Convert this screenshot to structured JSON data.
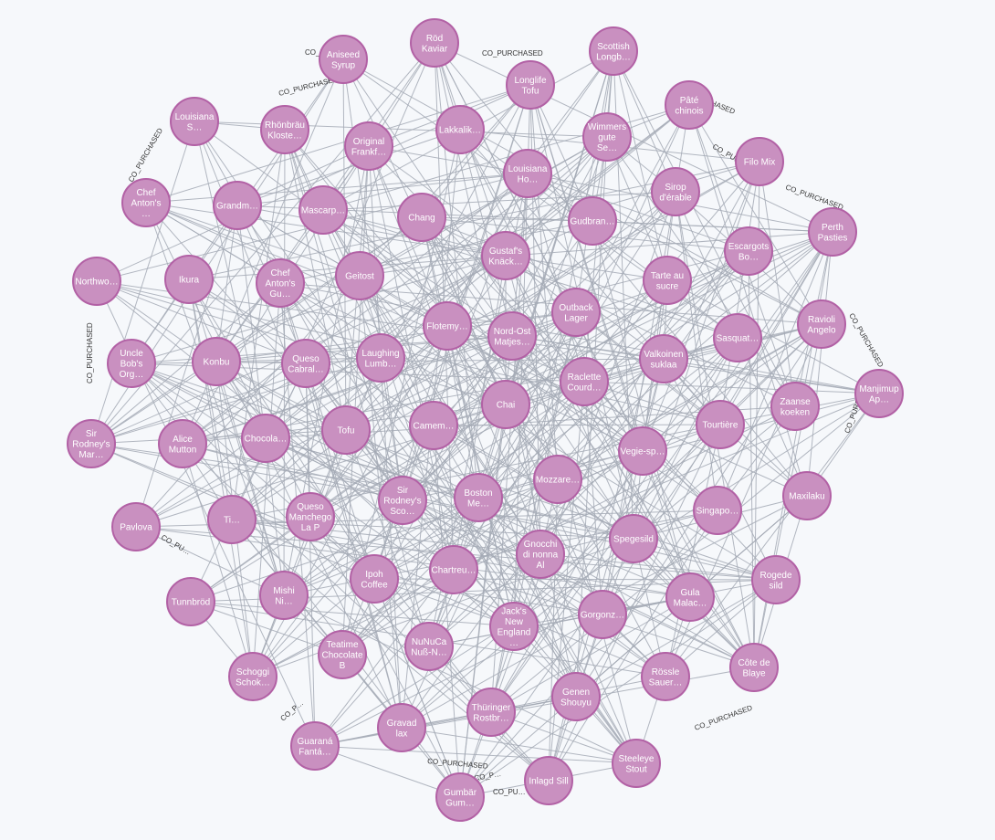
{
  "graph": {
    "relationship_type": "CO_PURCHASED",
    "colors": {
      "background": "#f6f8fb",
      "node_fill": "#c990c0",
      "node_stroke": "#b261a5",
      "edge": "#a5abb6",
      "node_text": "#ffffff"
    },
    "nodes": [
      {
        "id": "rod-kaviar",
        "label": [
          "Röd",
          "Kaviar"
        ]
      },
      {
        "id": "scottish-longb",
        "label": [
          "Scottish",
          "Longb…"
        ]
      },
      {
        "id": "aniseed-syrup",
        "label": [
          "Aniseed",
          "Syrup"
        ]
      },
      {
        "id": "longlife-tofu",
        "label": [
          "Longlife",
          "Tofu"
        ]
      },
      {
        "id": "pate-chinois",
        "label": [
          "Pâté",
          "chinois"
        ]
      },
      {
        "id": "louisiana-s",
        "label": [
          "Louisiana",
          "S…"
        ]
      },
      {
        "id": "rhonbrau-kloste",
        "label": [
          "Rhönbräu",
          "Kloste…"
        ]
      },
      {
        "id": "original-frankf",
        "label": [
          "Original",
          "Frankf…"
        ]
      },
      {
        "id": "lakkalik",
        "label": [
          "Lakkalik…"
        ]
      },
      {
        "id": "wimmers-gute-se",
        "label": [
          "Wimmers",
          "gute",
          "Se…"
        ]
      },
      {
        "id": "filo-mix",
        "label": [
          "Filo Mix"
        ]
      },
      {
        "id": "louisiana-ho",
        "label": [
          "Louisiana",
          "Ho…"
        ]
      },
      {
        "id": "chef-antons-1",
        "label": [
          "Chef",
          "Anton's",
          "…"
        ]
      },
      {
        "id": "grandm",
        "label": [
          "Grandm…"
        ]
      },
      {
        "id": "mascarp",
        "label": [
          "Mascarp…"
        ]
      },
      {
        "id": "chang",
        "label": [
          "Chang"
        ]
      },
      {
        "id": "sirop-derable",
        "label": [
          "Sirop",
          "d'érable"
        ]
      },
      {
        "id": "gudbran",
        "label": [
          "Gudbran…"
        ]
      },
      {
        "id": "perth-pasties",
        "label": [
          "Perth",
          "Pasties"
        ]
      },
      {
        "id": "escargots-bo",
        "label": [
          "Escargots",
          "Bo…"
        ]
      },
      {
        "id": "northwo",
        "label": [
          "Northwo…"
        ]
      },
      {
        "id": "ikura",
        "label": [
          "Ikura"
        ]
      },
      {
        "id": "chef-antons-gu",
        "label": [
          "Chef",
          "Anton's",
          "Gu…"
        ]
      },
      {
        "id": "geitost",
        "label": [
          "Geitost"
        ]
      },
      {
        "id": "gustafs-knack",
        "label": [
          "Gustaf's",
          "Knäck…"
        ]
      },
      {
        "id": "tarte-au-sucre",
        "label": [
          "Tarte au",
          "sucre"
        ]
      },
      {
        "id": "ravioli-angelo",
        "label": [
          "Ravioli",
          "Angelo"
        ]
      },
      {
        "id": "outback-lager",
        "label": [
          "Outback",
          "Lager"
        ]
      },
      {
        "id": "flotemy",
        "label": [
          "Flotemy…"
        ]
      },
      {
        "id": "nord-ost-matjes",
        "label": [
          "Nord-Ost",
          "Matjes…"
        ]
      },
      {
        "id": "sasquat",
        "label": [
          "Sasquat…"
        ]
      },
      {
        "id": "uncle-bobs-org",
        "label": [
          "Uncle",
          "Bob's",
          "Org…"
        ]
      },
      {
        "id": "konbu",
        "label": [
          "Konbu"
        ]
      },
      {
        "id": "queso-cabral",
        "label": [
          "Queso",
          "Cabral…"
        ]
      },
      {
        "id": "laughing-lumb",
        "label": [
          "Laughing",
          "Lumb…"
        ]
      },
      {
        "id": "valkoinen-suklaa",
        "label": [
          "Valkoinen",
          "suklaa"
        ]
      },
      {
        "id": "raclette-courd",
        "label": [
          "Raclette",
          "Courd…"
        ]
      },
      {
        "id": "manjimup-ap",
        "label": [
          "Manjimup",
          "Ap…"
        ]
      },
      {
        "id": "chai",
        "label": [
          "Chai"
        ]
      },
      {
        "id": "zaanse-koeken",
        "label": [
          "Zaanse",
          "koeken"
        ]
      },
      {
        "id": "sir-rodneys-mar",
        "label": [
          "Sir",
          "Rodney's",
          "Mar…"
        ]
      },
      {
        "id": "alice-mutton",
        "label": [
          "Alice",
          "Mutton"
        ]
      },
      {
        "id": "chocola",
        "label": [
          "Chocola…"
        ]
      },
      {
        "id": "tofu",
        "label": [
          "Tofu"
        ]
      },
      {
        "id": "camem",
        "label": [
          "Camem…"
        ]
      },
      {
        "id": "tourtiere",
        "label": [
          "Tourtière"
        ]
      },
      {
        "id": "vegie-sp",
        "label": [
          "Vegie-sp…"
        ]
      },
      {
        "id": "mozzare",
        "label": [
          "Mozzare…"
        ]
      },
      {
        "id": "maxilaku",
        "label": [
          "Maxilaku"
        ]
      },
      {
        "id": "sir-rodneys-sco",
        "label": [
          "Sir",
          "Rodney's",
          "Sco…"
        ]
      },
      {
        "id": "boston-me",
        "label": [
          "Boston",
          "Me…"
        ]
      },
      {
        "id": "pavlova",
        "label": [
          "Pavlova"
        ]
      },
      {
        "id": "ti",
        "label": [
          "Ti…"
        ]
      },
      {
        "id": "queso-manchego",
        "label": [
          "Queso",
          "Manchego",
          "La P"
        ]
      },
      {
        "id": "singapo",
        "label": [
          "Singapo…"
        ]
      },
      {
        "id": "spegesild",
        "label": [
          "Spegesild"
        ]
      },
      {
        "id": "gnocchi-di-nonna",
        "label": [
          "Gnocchi",
          "di nonna",
          "Al"
        ]
      },
      {
        "id": "chartreu",
        "label": [
          "Chartreu…"
        ]
      },
      {
        "id": "ipoh-coffee",
        "label": [
          "Ipoh",
          "Coffee"
        ]
      },
      {
        "id": "rogede-sild",
        "label": [
          "Rogede",
          "sild"
        ]
      },
      {
        "id": "tunnbrod",
        "label": [
          "Tunnbröd"
        ]
      },
      {
        "id": "mishi-ni",
        "label": [
          "Mishi",
          "Ni…"
        ]
      },
      {
        "id": "gula-malac",
        "label": [
          "Gula",
          "Malac…"
        ]
      },
      {
        "id": "jacks-new-england",
        "label": [
          "Jack's",
          "New",
          "England",
          "…"
        ]
      },
      {
        "id": "gorgonz",
        "label": [
          "Gorgonz…"
        ]
      },
      {
        "id": "nunuca-nuss",
        "label": [
          "NuNuCa",
          "Nuß-N…"
        ]
      },
      {
        "id": "teatime-chocolate",
        "label": [
          "Teatime",
          "Chocolate",
          "B"
        ]
      },
      {
        "id": "schoggi-schok",
        "label": [
          "Schoggi",
          "Schok…"
        ]
      },
      {
        "id": "rossle-sauer",
        "label": [
          "Rössle",
          "Sauer…"
        ]
      },
      {
        "id": "cote-de-blaye",
        "label": [
          "Côte de",
          "Blaye"
        ]
      },
      {
        "id": "genen-shouyu",
        "label": [
          "Genen",
          "Shouyu"
        ]
      },
      {
        "id": "thuringer-rostbr",
        "label": [
          "Thüringer",
          "Rostbr…"
        ]
      },
      {
        "id": "gravad-lax",
        "label": [
          "Gravad",
          "lax"
        ]
      },
      {
        "id": "guarana-fanta",
        "label": [
          "Guaraná",
          "Fantá…"
        ]
      },
      {
        "id": "steeleye-stout",
        "label": [
          "Steeleye",
          "Stout"
        ]
      },
      {
        "id": "inlagd-sill",
        "label": [
          "Inlagd Sill"
        ]
      },
      {
        "id": "gumbar-gum",
        "label": [
          "Gumbär",
          "Gum…"
        ]
      }
    ],
    "edge_labels": [
      "CO_PURCHASED",
      "CO_PURCHASED",
      "CO_PURCHASED",
      "CO_PURCHASED",
      "CO_PURCHASED",
      "CO_PURCHASED",
      "CO_PURCHASED",
      "CO_PURCHASED",
      "CO_PURCHASED",
      "CO_PURCHASED",
      "CO_PU…",
      "CO_P…",
      "CO_PU…",
      "CO_P…",
      "CO_PURCHASED",
      "CO_PURCHASED"
    ]
  }
}
